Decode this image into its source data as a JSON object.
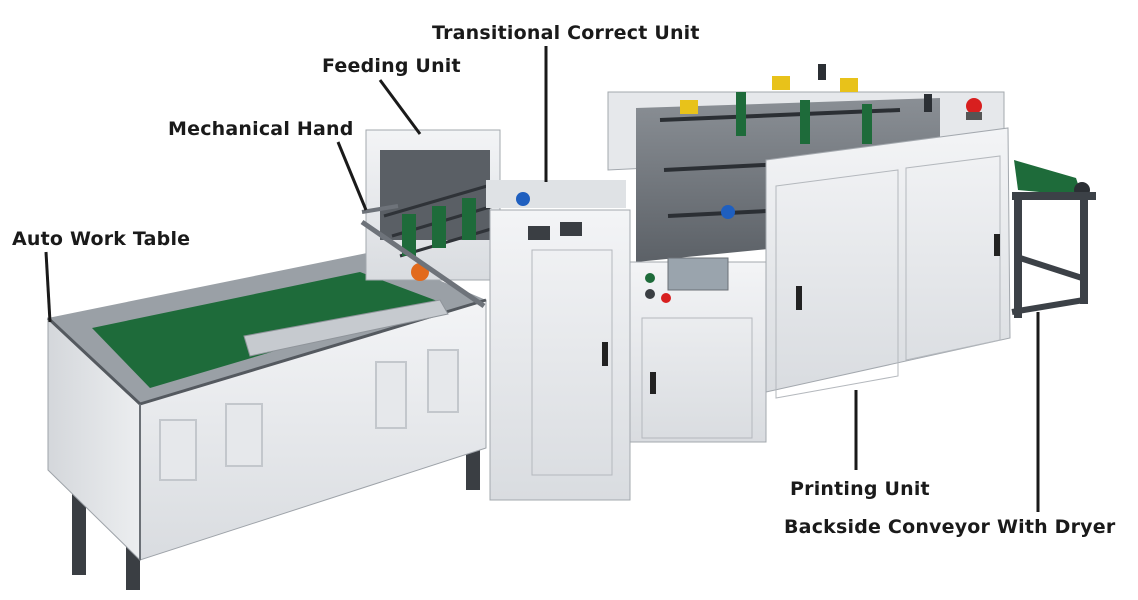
{
  "labels": {
    "transitional_correct_unit": "Transitional Correct Unit",
    "feeding_unit": "Feeding Unit",
    "mechanical_hand": "Mechanical Hand",
    "auto_work_table": "Auto Work Table",
    "printing_unit": "Printing Unit",
    "backside_conveyor": "Backside Conveyor With Dryer"
  },
  "colors": {
    "machine_body": "#e9ebee",
    "conveyor_belt": "#1e6b3a",
    "accent_blue": "#1f5fbf",
    "accent_yellow": "#e8c21a",
    "warning_light": "#d81f1f",
    "frame_dark": "#3c4147"
  }
}
